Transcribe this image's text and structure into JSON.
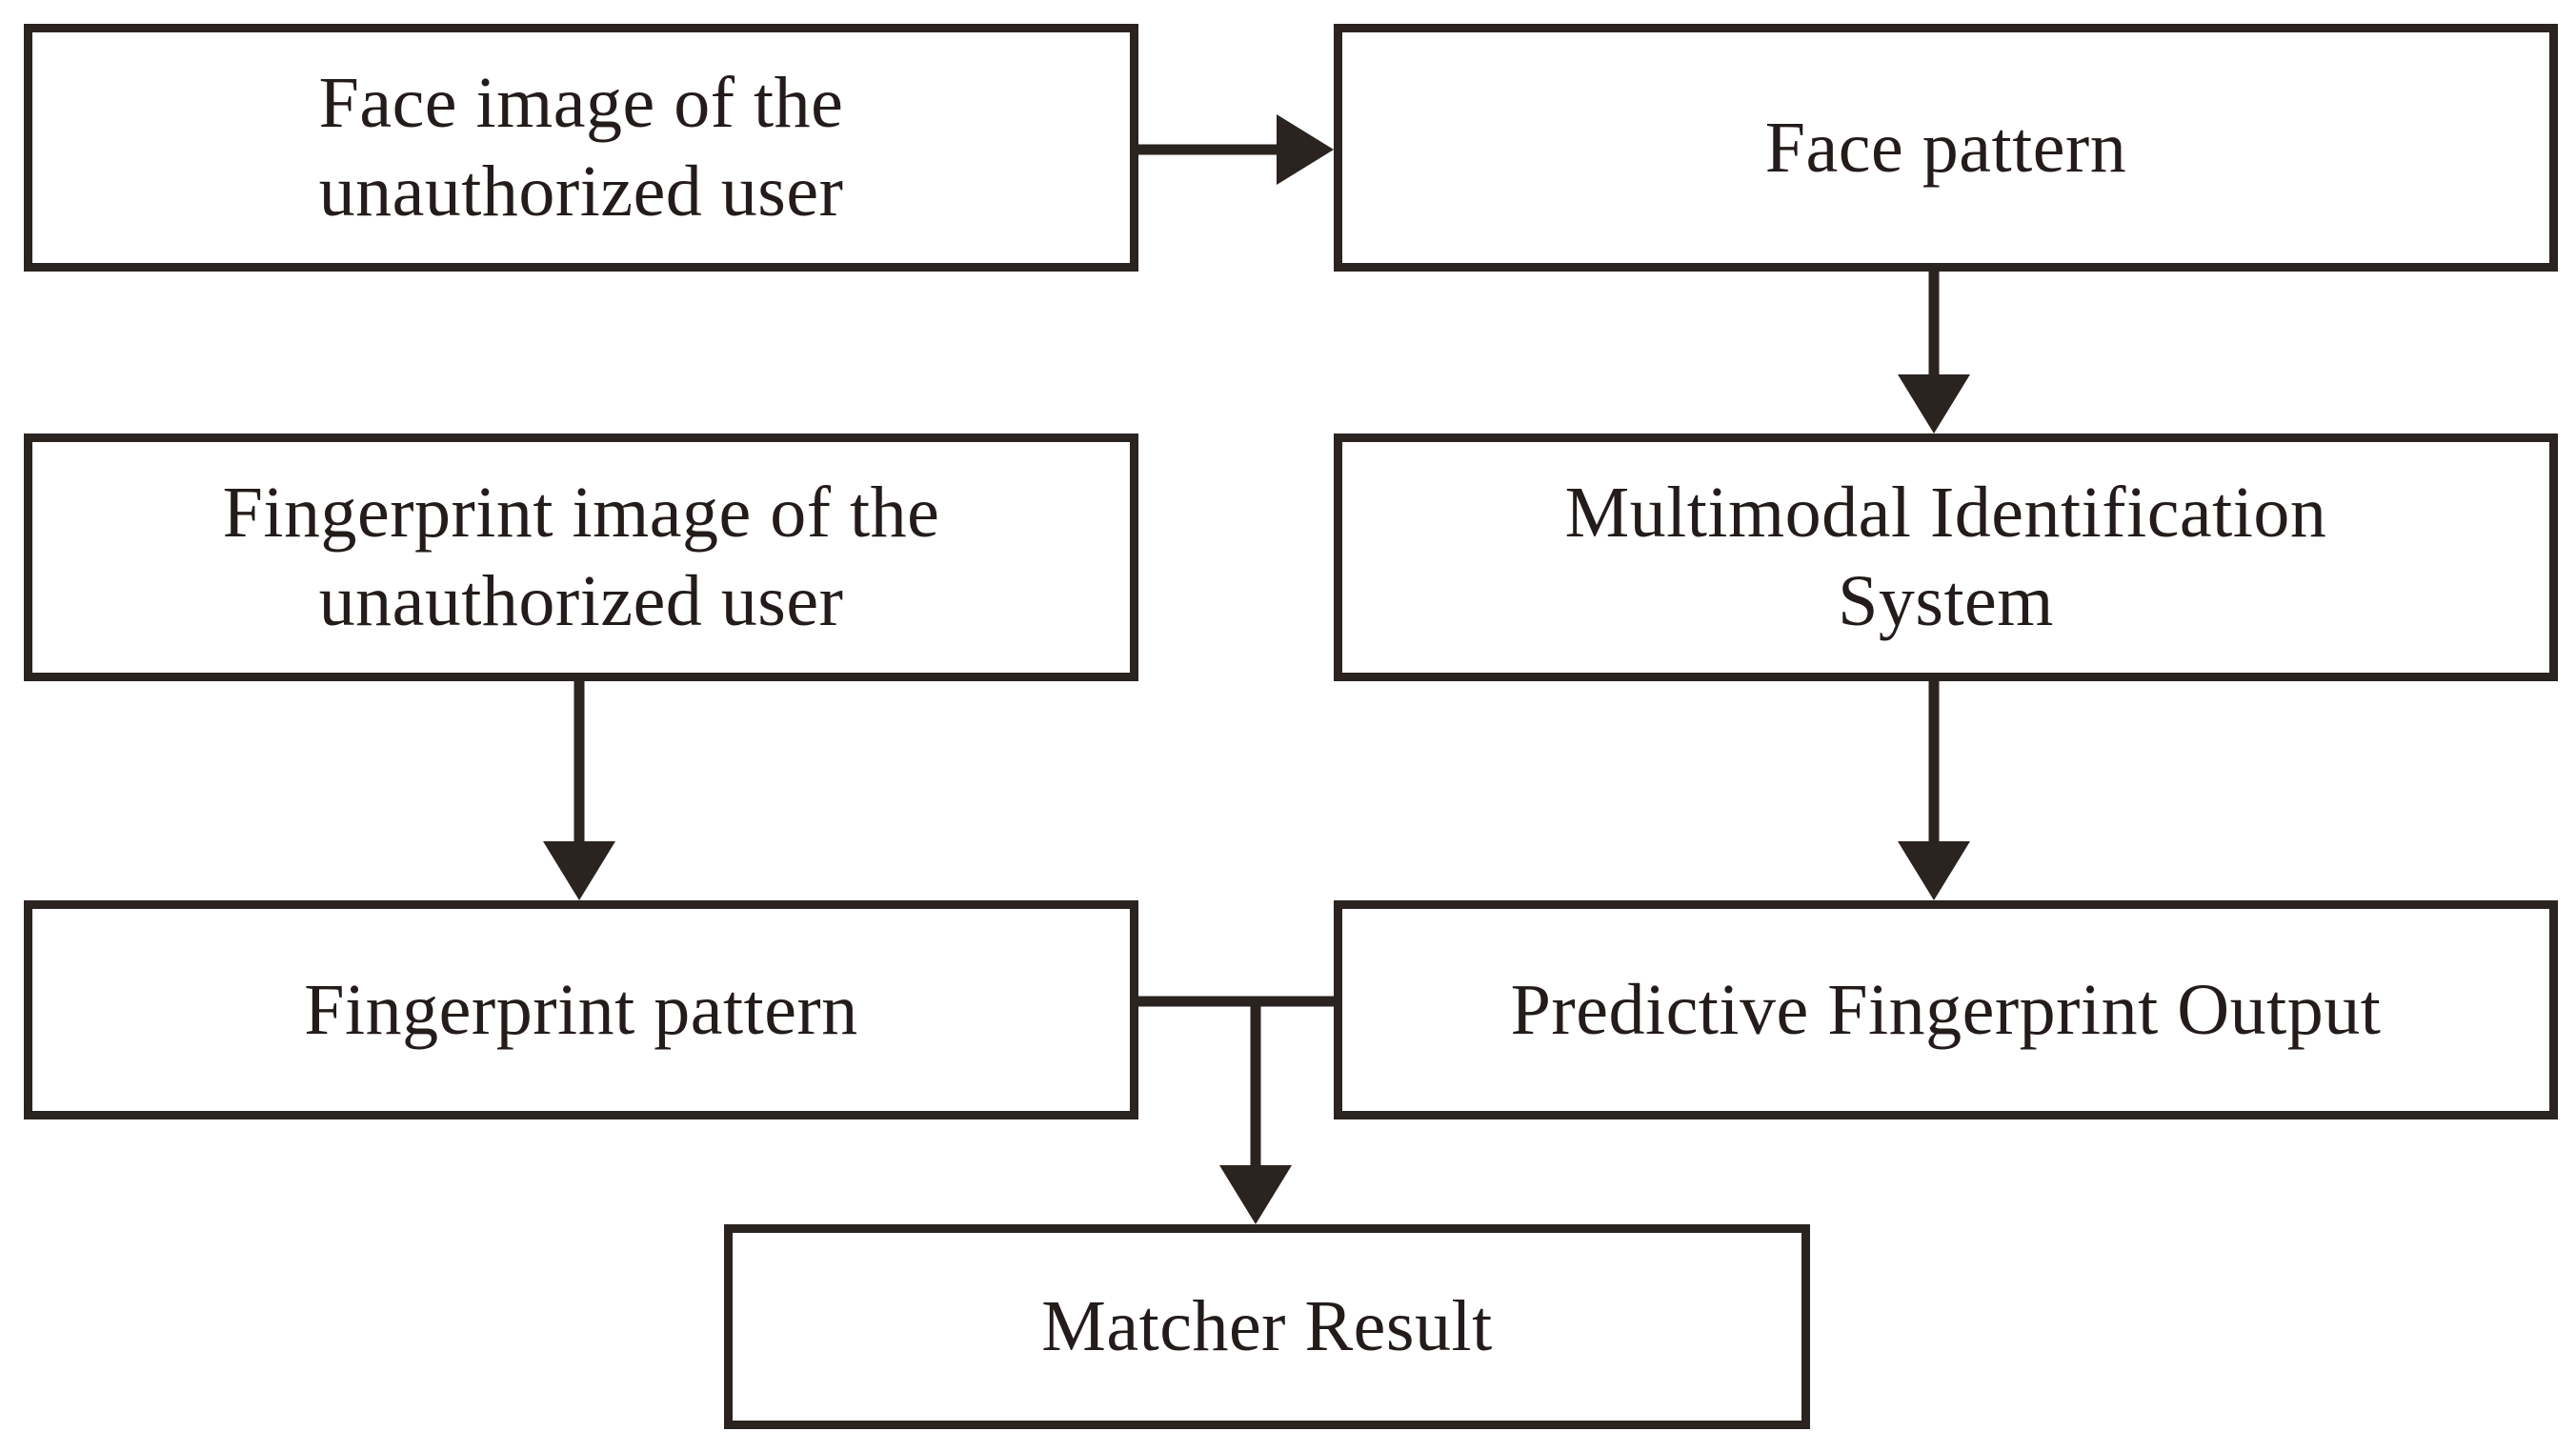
{
  "diagram": {
    "type": "flowchart",
    "title": "",
    "background_color": "#ffffff",
    "stroke_color": "#2b2320",
    "text_color": "#231c1a",
    "nodes": [
      {
        "id": "face-image",
        "label": "Face image of the unauthorized user",
        "line1": "Face image of the",
        "line2": "unauthorized user"
      },
      {
        "id": "face-pattern",
        "label": "Face pattern",
        "line1": "Face pattern",
        "line2": ""
      },
      {
        "id": "fingerprint-image",
        "label": "Fingerprint image of the unauthorized user",
        "line1": "Fingerprint image of the",
        "line2": "unauthorized user"
      },
      {
        "id": "multimodal",
        "label": "Multimodal Identification System",
        "line1": "Multimodal Identification",
        "line2": "System"
      },
      {
        "id": "fingerprint-pattern",
        "label": "Fingerprint pattern",
        "line1": "Fingerprint pattern",
        "line2": ""
      },
      {
        "id": "predictive-output",
        "label": "Predictive Fingerprint Output",
        "line1": "Predictive Fingerprint Output",
        "line2": ""
      },
      {
        "id": "matcher-result",
        "label": "Matcher Result",
        "line1": "Matcher Result",
        "line2": ""
      }
    ],
    "edges": [
      {
        "from": "face-image",
        "to": "face-pattern",
        "direction": "right",
        "arrow": true
      },
      {
        "from": "face-pattern",
        "to": "multimodal",
        "direction": "down",
        "arrow": true
      },
      {
        "from": "fingerprint-image",
        "to": "fingerprint-pattern",
        "direction": "down",
        "arrow": true
      },
      {
        "from": "multimodal",
        "to": "predictive-output",
        "direction": "down",
        "arrow": true
      },
      {
        "from": "fingerprint-pattern",
        "to": "predictive-output",
        "direction": "right",
        "arrow": false
      },
      {
        "from": "fingerprint-pattern",
        "to": "matcher-result",
        "direction": "down",
        "arrow": true
      },
      {
        "from": "predictive-output",
        "to": "matcher-result",
        "direction": "down",
        "arrow": true
      }
    ]
  }
}
